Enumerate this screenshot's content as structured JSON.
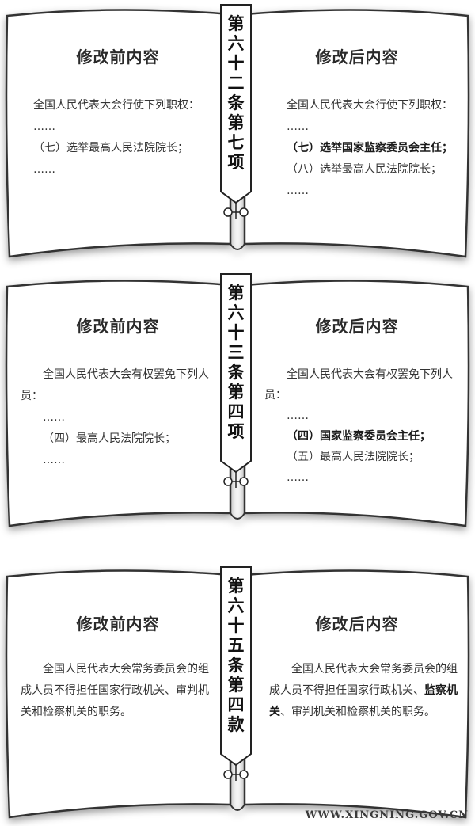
{
  "sections": [
    {
      "tag": [
        "第",
        "六",
        "十",
        "二",
        "条",
        "第",
        "七",
        "项"
      ],
      "before": {
        "title": "修改前内容",
        "lines": [
          {
            "text": "全国人民代表大会行使下列职权：",
            "bold": false
          },
          {
            "text": "……",
            "bold": false
          },
          {
            "text": "（七）选举最高人民法院院长；",
            "bold": false
          },
          {
            "text": "……",
            "bold": false
          }
        ]
      },
      "after": {
        "title": "修改后内容",
        "lines": [
          {
            "text": "全国人民代表大会行使下列职权：",
            "bold": false
          },
          {
            "text": "……",
            "bold": false
          },
          {
            "text": "（七）选举国家监察委员会主任；",
            "bold": true
          },
          {
            "text": "（八）选举最高人民法院院长；",
            "bold": false
          },
          {
            "text": "……",
            "bold": false
          }
        ]
      }
    },
    {
      "tag": [
        "第",
        "六",
        "十",
        "三",
        "条",
        "第",
        "四",
        "项"
      ],
      "before": {
        "title": "修改前内容",
        "lines": [
          {
            "text": "全国人民代表大会有权罢免下列人员：",
            "bold": false
          },
          {
            "text": "……",
            "bold": false
          },
          {
            "text": "（四）最高人民法院院长；",
            "bold": false
          },
          {
            "text": "……",
            "bold": false
          }
        ]
      },
      "after": {
        "title": "修改后内容",
        "lines": [
          {
            "text": "全国人民代表大会有权罢免下列人员：",
            "bold": false
          },
          {
            "text": "……",
            "bold": false
          },
          {
            "text": "（四）国家监察委员会主任；",
            "bold": true
          },
          {
            "text": "（五）最高人民法院院长；",
            "bold": false
          },
          {
            "text": "……",
            "bold": false
          }
        ]
      }
    },
    {
      "tag": [
        "第",
        "六",
        "十",
        "五",
        "条",
        "第",
        "四",
        "款"
      ],
      "before": {
        "title": "修改前内容",
        "lines": [
          {
            "text": "全国人民代表大会常务委员会的组成人员不得担任国家行政机关、审判机关和检察机关的职务。",
            "bold": false
          }
        ]
      },
      "after": {
        "title": "修改后内容",
        "lines": [
          {
            "segments": [
              {
                "text": "全国人民代表大会常务委员会的组成人员不得担任国家行政机关、",
                "bold": false
              },
              {
                "text": "监察机关",
                "bold": true
              },
              {
                "text": "、审判机关和检察机关的职务。",
                "bold": false
              }
            ]
          }
        ]
      }
    }
  ],
  "footer": "WWW.XINGNING.GOV.CN",
  "colors": {
    "page": "#ffffff",
    "stroke": "#333333",
    "tag_fill": "#ffffff"
  }
}
